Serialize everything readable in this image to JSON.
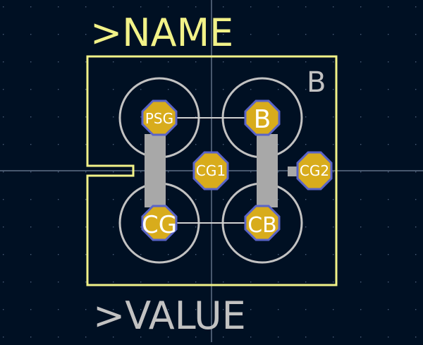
{
  "footprint": {
    "name_label": ">NAME",
    "value_label": ">VALUE",
    "side_marker": "B"
  },
  "pads": [
    {
      "id": "pad-psg",
      "label": "PSG"
    },
    {
      "id": "pad-b",
      "label": "B"
    },
    {
      "id": "pad-cg1",
      "label": "CG1"
    },
    {
      "id": "pad-cg2",
      "label": "CG2"
    },
    {
      "id": "pad-cg",
      "label": "CG"
    },
    {
      "id": "pad-cb",
      "label": "CB"
    }
  ],
  "colors": {
    "background": "#001023",
    "grid_dot": "#4a5d78",
    "crosshair": "#8fa0b8",
    "silkscreen": "#f2f288",
    "fab": "#c2c2c2",
    "pad_fill": "#d8ac1c",
    "pad_outline": "#5a64c8",
    "pad_text": "#ffffff"
  }
}
